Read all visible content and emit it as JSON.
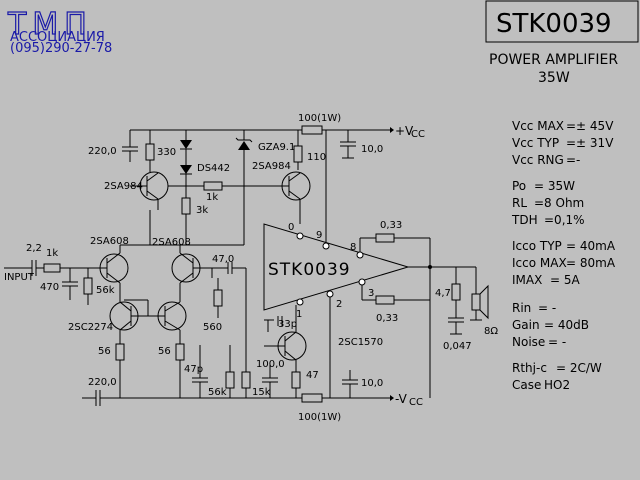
{
  "logo": {
    "line1": "ТМП",
    "line2": "АССОЦИАЦИЯ",
    "line3": "(095)290-27-78"
  },
  "title_box": {
    "part_number": "STK0039",
    "subtitle": "POWER AMPLIFIER",
    "power": "35W"
  },
  "chip_label": "STK0039",
  "specs": [
    {
      "label": "Vcc MAX",
      "value": "=± 45V"
    },
    {
      "label": "Vcc TYP",
      "value": "=± 31V"
    },
    {
      "label": "Vcc RNG",
      "value": "=-"
    },
    {
      "label": "Po",
      "value": "= 35W"
    },
    {
      "label": "RL",
      "value": "=8 Ohm"
    },
    {
      "label": "TDH",
      "value": "=0,1%"
    },
    {
      "label": "Icco TYP",
      "value": "= 40mA"
    },
    {
      "label": "Icco MAX",
      "value": "= 80mA"
    },
    {
      "label": "IMAX",
      "value": "=   5A"
    },
    {
      "label": "Rin",
      "value": "=  -"
    },
    {
      "label": "Gain",
      "value": "= 40dB"
    },
    {
      "label": "Noise",
      "value": "= -"
    },
    {
      "label": "Rthj-c",
      "value": "= 2C/W"
    },
    {
      "label": "Case",
      "value": "HO2"
    }
  ],
  "labels": {
    "input": "INPUT",
    "vcc_pos": "+V",
    "vcc_neg": "-V",
    "vcc_sub": "CC",
    "speaker": "8Ω",
    "pin0": "0",
    "pin9": "9",
    "pin8": "8",
    "pin3": "3",
    "pin2": "2",
    "pin1": "1",
    "r_top": "100(1W)",
    "r_bot": "100(1W)",
    "c_top": "10,0",
    "c_bot": "10,0",
    "r110": "110",
    "r330": "330",
    "r1k_a": "1k",
    "r3k": "3k",
    "c220a": "220,0",
    "c220b": "220,0",
    "ds442": "DS442",
    "gza": "GZA9.1",
    "q2sa984a": "2SA984",
    "q2sa984b": "2SA984",
    "q2sa608a": "2SA608",
    "q2sa608b": "2SA608",
    "q2sc2274": "2SC2274",
    "q2sc1570": "2SC1570",
    "cin": "2,2",
    "rin": "1k",
    "c470": "470",
    "r56k_a": "56k",
    "r56a": "56",
    "r56b": "56",
    "c47p": "47p",
    "r56k_b": "56k",
    "c47": "47,0",
    "r560": "560",
    "c33p": "33p",
    "c100": "100,0",
    "r15k": "15k",
    "r47": "47",
    "r033a": "0,33",
    "r033b": "0,33",
    "r47ohm": "4,7",
    "c047": "0,047"
  }
}
